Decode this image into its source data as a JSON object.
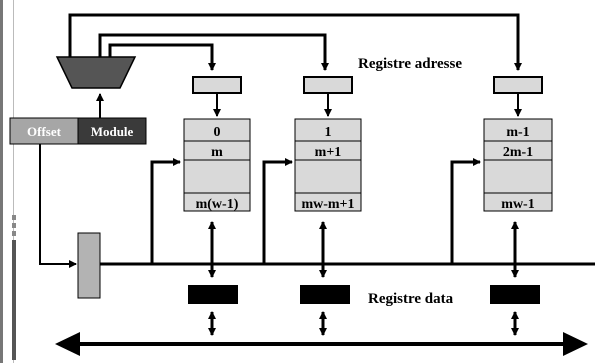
{
  "labels": {
    "address_register": "Registre adresse",
    "data_register": "Registre data",
    "offset": "Offset",
    "module": "Module"
  },
  "modules": [
    {
      "top": "0",
      "second": "m",
      "bottom": "m(w-1)"
    },
    {
      "top": "1",
      "second": "m+1",
      "bottom": "mw-m+1"
    },
    {
      "top": "m-1",
      "second": "2m-1",
      "bottom": "mw-1"
    }
  ],
  "colors": {
    "cell_fill": "#d9d9d9",
    "offset_fill": "#a6a6a6",
    "module_fill": "#3a3a3a",
    "decoder_fill": "#555555",
    "mux_fill": "#b3b3b3",
    "line": "#000000"
  }
}
